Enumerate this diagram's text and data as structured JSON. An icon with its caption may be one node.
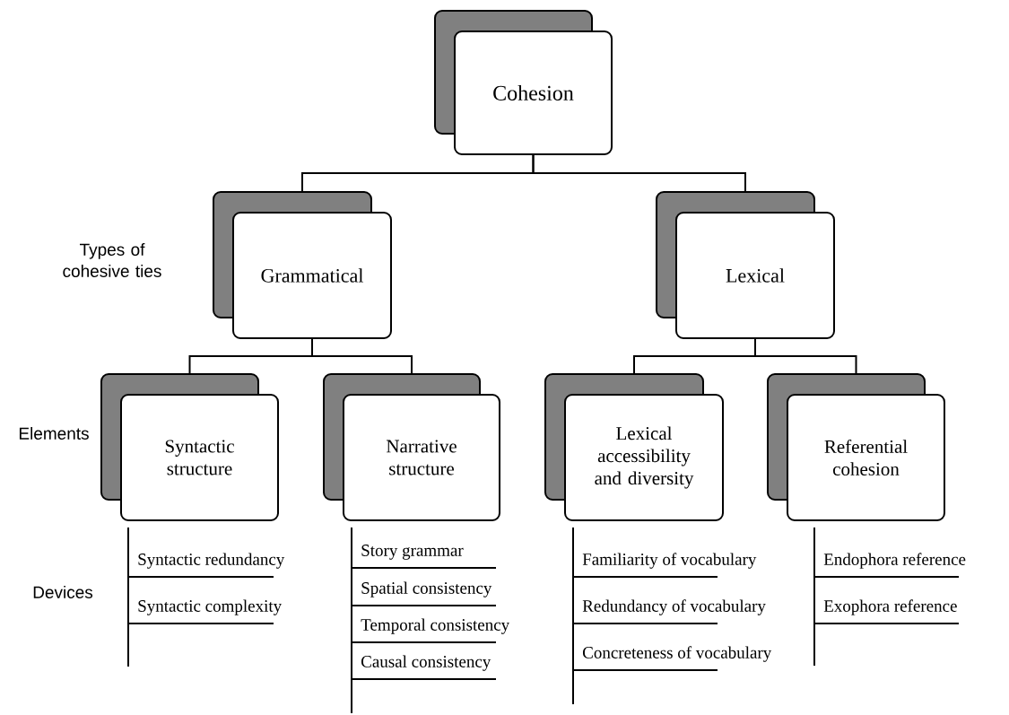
{
  "diagram": {
    "nodes": [
      {
        "text": [
          "Cohesion"
        ]
      },
      {
        "text": [
          "Grammatical"
        ]
      },
      {
        "text": [
          "Lexical"
        ]
      },
      {
        "text": [
          "Syntactic structure"
        ]
      },
      {
        "text": [
          "Narrative structure"
        ]
      },
      {
        "text": [
          "Lexical accessibility and diversity"
        ]
      },
      {
        "text": [
          "Referential cohesion"
        ]
      }
    ],
    "edges": [
      {
        "from": 0,
        "to": 1,
        "arrow": "none"
      },
      {
        "from": 0,
        "to": 2,
        "arrow": "none"
      },
      {
        "from": 1,
        "to": 3,
        "arrow": "none"
      },
      {
        "from": 1,
        "to": 4,
        "arrow": "none"
      },
      {
        "from": 2,
        "to": 5,
        "arrow": "none"
      },
      {
        "from": 2,
        "to": 6,
        "arrow": "none"
      }
    ],
    "labels": [
      "Types of cohesive ties",
      "Elements",
      "Devices",
      "Syntactic redundancy",
      "Syntactic complexity",
      "Story grammar",
      "Spatial consistency",
      "Temporal consistency",
      "Causal consistency",
      "Familiarity of vocabulary",
      "Redundancy of vocabulary",
      "Concreteness of vocabulary",
      "Endophora reference",
      "Exophora reference"
    ]
  }
}
